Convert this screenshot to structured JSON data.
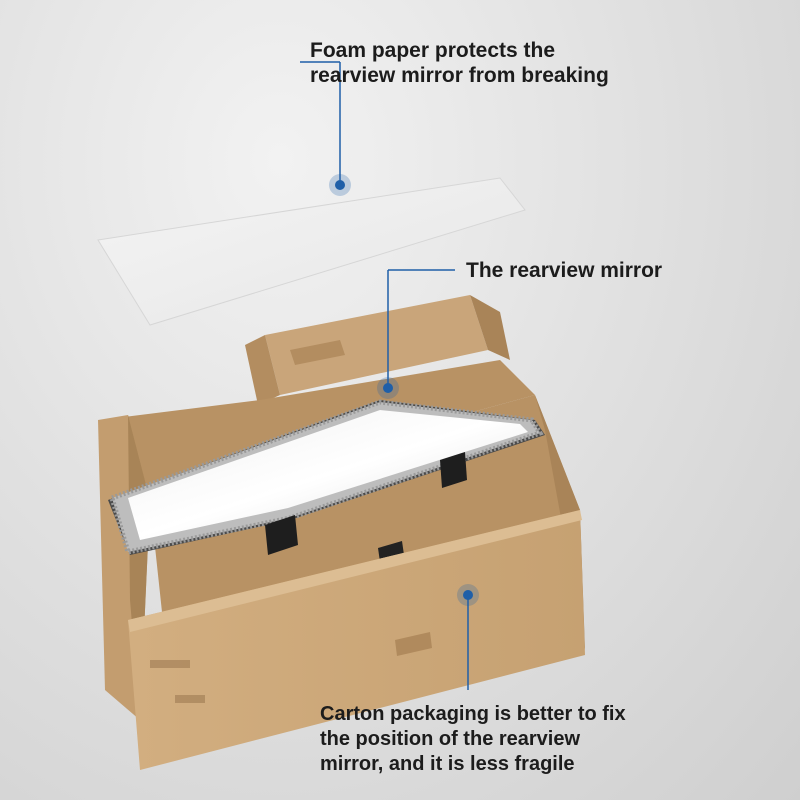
{
  "callouts": {
    "foam": {
      "lines": [
        "Foam paper protects the",
        "rearview mirror from breaking"
      ]
    },
    "mirror": {
      "lines": [
        "The rearview mirror"
      ]
    },
    "carton": {
      "lines": [
        "Carton packaging is better to fix",
        "the position of the rearview",
        "mirror, and it is less fragile"
      ]
    }
  },
  "colors": {
    "accent": "#1f5fa8",
    "callout_text": "#1c1c1c",
    "cardboard": "#c9a57a",
    "cardboard_dark": "#9c7a52",
    "foam": "#ebebeb"
  }
}
